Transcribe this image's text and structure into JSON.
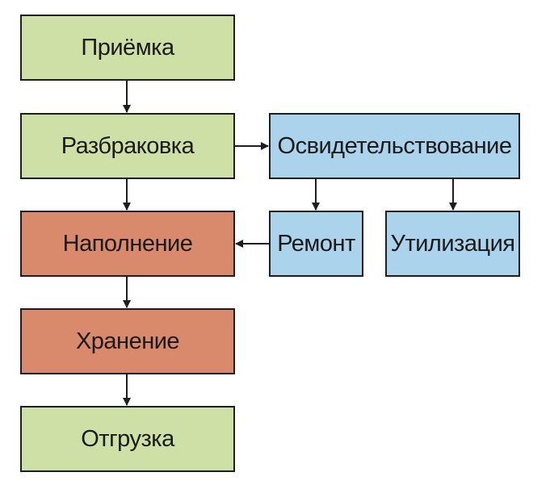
{
  "diagram": {
    "nodes": {
      "priemka": "Приёмка",
      "razbrakovka": "Разбраковка",
      "osvidetelstvovanie": "Освидетельствование",
      "napolnenie": "Наполнение",
      "remont": "Ремонт",
      "utilizacia": "Утилизация",
      "hranenie": "Хранение",
      "otgruzka": "Отгрузка"
    },
    "edges": [
      [
        "priemka",
        "razbrakovka"
      ],
      [
        "razbrakovka",
        "osvidetelstvovanie"
      ],
      [
        "razbrakovka",
        "napolnenie"
      ],
      [
        "osvidetelstvovanie",
        "remont"
      ],
      [
        "osvidetelstvovanie",
        "utilizacia"
      ],
      [
        "remont",
        "napolnenie"
      ],
      [
        "napolnenie",
        "hranenie"
      ],
      [
        "hranenie",
        "otgruzka"
      ]
    ],
    "colors": {
      "green": "#cfe0a6",
      "red": "#d98a6c",
      "blue": "#acd3ec",
      "stroke": "#1e1e1e"
    }
  }
}
